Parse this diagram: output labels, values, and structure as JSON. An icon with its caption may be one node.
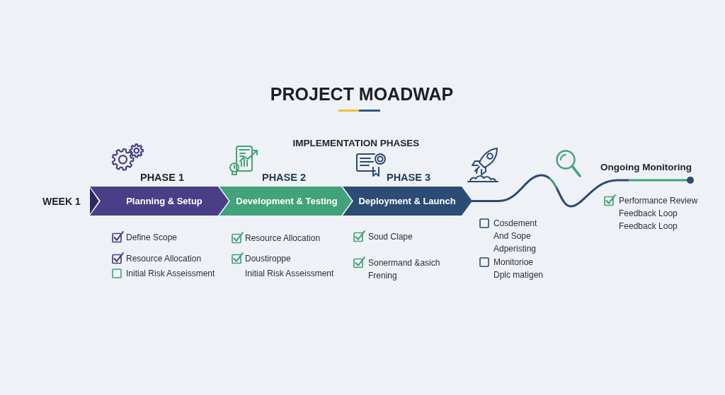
{
  "diagram": {
    "title": "PROJECT MOADWAP",
    "nodes": [
      {
        "text": [
          "PHASE 1",
          "Planning & Setup"
        ],
        "beside": [
          "Define Scope",
          "Resource Allocation",
          "Initial Risk Asseissment"
        ]
      },
      {
        "text": [
          "PHASE 2",
          "Development & Testing"
        ],
        "beside": [
          "Resource Allocation",
          "Doustiroppe",
          "Initial Risk Asseissment"
        ]
      },
      {
        "text": [
          "PHASE 3",
          "Deployment & Launch"
        ],
        "beside": [
          "Soud Clape",
          "Sonermand &asich Frening"
        ]
      },
      {
        "text": [],
        "shape": "circle"
      }
    ],
    "edges": [
      {
        "from": 2,
        "to": 3,
        "arrow": "none"
      }
    ],
    "labels": [
      "IMPLEMENTATION PHASES",
      "Ongoing Monitoring",
      "WEEK 1",
      "Cosdement And Sope Adperisting",
      "Monitorioe Dplc matigen",
      "Performance Review",
      "Feedback Loop",
      "Feedback Loop"
    ]
  }
}
